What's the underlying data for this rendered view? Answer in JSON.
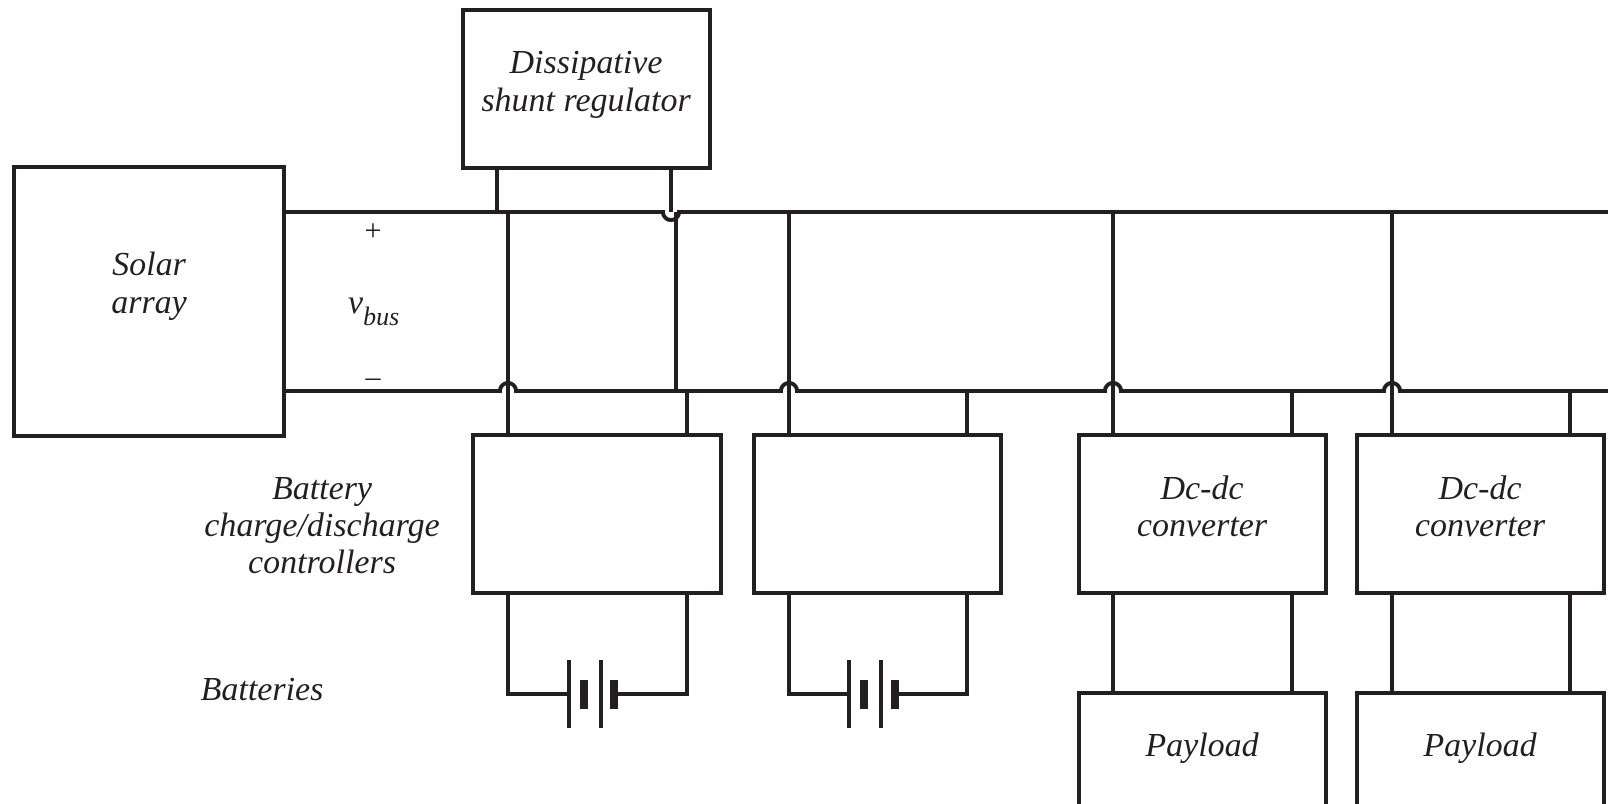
{
  "diagram": {
    "solar_array": [
      "Solar",
      "array"
    ],
    "shunt_regulator": [
      "Dissipative",
      "shunt regulator"
    ],
    "bus": {
      "plus": "+",
      "minus": "–",
      "voltage_var": "v",
      "voltage_sub": "bus"
    },
    "controllers_label": [
      "Battery",
      "charge/discharge",
      "controllers"
    ],
    "batteries_label": "Batteries",
    "converters": [
      {
        "line1": "Dc-dc",
        "line2": "converter"
      },
      {
        "line1": "Dc-dc",
        "line2": "converter"
      }
    ],
    "payloads": [
      "Payload",
      "Payload"
    ],
    "colors": {
      "line": "#231f20",
      "background": "#ffffff"
    }
  }
}
